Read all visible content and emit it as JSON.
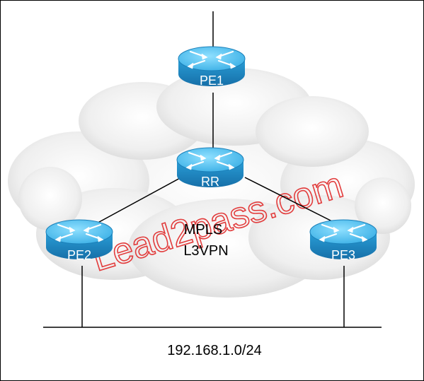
{
  "diagram": {
    "routers": {
      "pe1": {
        "label": "PE1"
      },
      "rr": {
        "label": "RR"
      },
      "pe2": {
        "label": "PE2"
      },
      "pe3": {
        "label": "PE3"
      }
    },
    "cloud_label_line1": "MPLS",
    "cloud_label_line2": "L3VPN",
    "subnet_label": "192.168.1.0/24",
    "watermark": "Lead2pass.com",
    "colors": {
      "router_top": "#5ac8f0",
      "router_side": "#1f8fc9",
      "link": "#000000",
      "watermark": "#e23c3c",
      "cloud": "#f2f2f2"
    }
  }
}
